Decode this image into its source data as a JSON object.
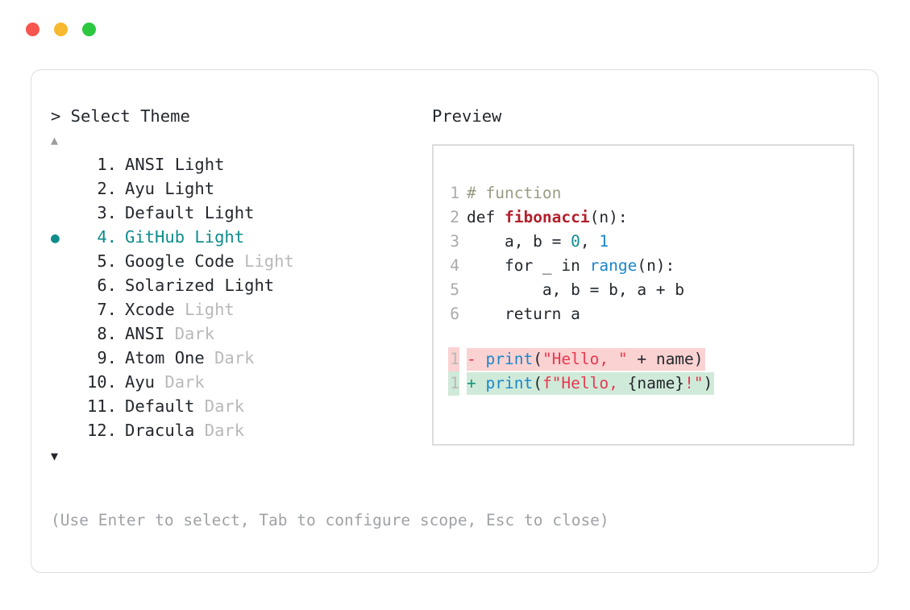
{
  "window": {
    "traffic_lights": [
      {
        "name": "close-button",
        "color": "#f6564f"
      },
      {
        "name": "minimize-button",
        "color": "#f7b930"
      },
      {
        "name": "maximize-button",
        "color": "#2bc840"
      }
    ]
  },
  "accent_color": "#0f8c8c",
  "prompt": {
    "text": "> Select Theme",
    "scroll_up": "▲",
    "scroll_down": "▼"
  },
  "themes": [
    {
      "number": "1.",
      "name": "ANSI",
      "suffix": "Light",
      "suffix_dim": false,
      "selected": false,
      "bullet": ""
    },
    {
      "number": "2.",
      "name": "Ayu",
      "suffix": "Light",
      "suffix_dim": false,
      "selected": false,
      "bullet": ""
    },
    {
      "number": "3.",
      "name": "Default",
      "suffix": "Light",
      "suffix_dim": false,
      "selected": false,
      "bullet": ""
    },
    {
      "number": "4.",
      "name": "GitHub",
      "suffix": "Light",
      "suffix_dim": false,
      "selected": true,
      "bullet": "●"
    },
    {
      "number": "5.",
      "name": "Google Code",
      "suffix": "Light",
      "suffix_dim": true,
      "selected": false,
      "bullet": ""
    },
    {
      "number": "6.",
      "name": "Solarized",
      "suffix": "Light",
      "suffix_dim": false,
      "selected": false,
      "bullet": ""
    },
    {
      "number": "7.",
      "name": "Xcode",
      "suffix": "Light",
      "suffix_dim": true,
      "selected": false,
      "bullet": ""
    },
    {
      "number": "8.",
      "name": "ANSI",
      "suffix": "Dark",
      "suffix_dim": true,
      "selected": false,
      "bullet": ""
    },
    {
      "number": "9.",
      "name": "Atom One",
      "suffix": "Dark",
      "suffix_dim": true,
      "selected": false,
      "bullet": ""
    },
    {
      "number": "10.",
      "name": "Ayu",
      "suffix": "Dark",
      "suffix_dim": true,
      "selected": false,
      "bullet": ""
    },
    {
      "number": "11.",
      "name": "Default",
      "suffix": "Dark",
      "suffix_dim": true,
      "selected": false,
      "bullet": ""
    },
    {
      "number": "12.",
      "name": "Dracula",
      "suffix": "Dark",
      "suffix_dim": true,
      "selected": false,
      "bullet": ""
    }
  ],
  "hint": "(Use Enter to select, Tab to configure scope, Esc to close)",
  "preview": {
    "title": "Preview",
    "code_lines": [
      {
        "num": "1",
        "tokens": [
          {
            "t": "# function",
            "c": "comment"
          }
        ]
      },
      {
        "num": "2",
        "tokens": [
          {
            "t": "def ",
            "c": "kw"
          },
          {
            "t": "fibonacci",
            "c": "fn"
          },
          {
            "t": "(n):",
            "c": "plain"
          }
        ]
      },
      {
        "num": "3",
        "tokens": [
          {
            "t": "    a, b = ",
            "c": "plain"
          },
          {
            "t": "0",
            "c": "num-0"
          },
          {
            "t": ", ",
            "c": "plain"
          },
          {
            "t": "1",
            "c": "num-1"
          }
        ]
      },
      {
        "num": "4",
        "tokens": [
          {
            "t": "    for _ in ",
            "c": "plain"
          },
          {
            "t": "range",
            "c": "builtin"
          },
          {
            "t": "(n):",
            "c": "plain"
          }
        ]
      },
      {
        "num": "5",
        "tokens": [
          {
            "t": "        a, b = b, a + b",
            "c": "plain"
          }
        ]
      },
      {
        "num": "6",
        "tokens": [
          {
            "t": "    return a",
            "c": "plain"
          }
        ]
      }
    ],
    "diff_lines": [
      {
        "kind": "del",
        "num": "1",
        "marker": "- ",
        "tokens": [
          {
            "t": "print",
            "c": "print"
          },
          {
            "t": "(",
            "c": "plain"
          },
          {
            "t": "\"Hello, \"",
            "c": "str"
          },
          {
            "t": " + name)",
            "c": "plain"
          }
        ]
      },
      {
        "kind": "add",
        "num": "1",
        "marker": "+ ",
        "tokens": [
          {
            "t": "print",
            "c": "print"
          },
          {
            "t": "(",
            "c": "plain"
          },
          {
            "t": "f\"Hello, ",
            "c": "str"
          },
          {
            "t": "{name}",
            "c": "plain"
          },
          {
            "t": "!\"",
            "c": "str"
          },
          {
            "t": ")",
            "c": "plain"
          }
        ]
      }
    ]
  }
}
